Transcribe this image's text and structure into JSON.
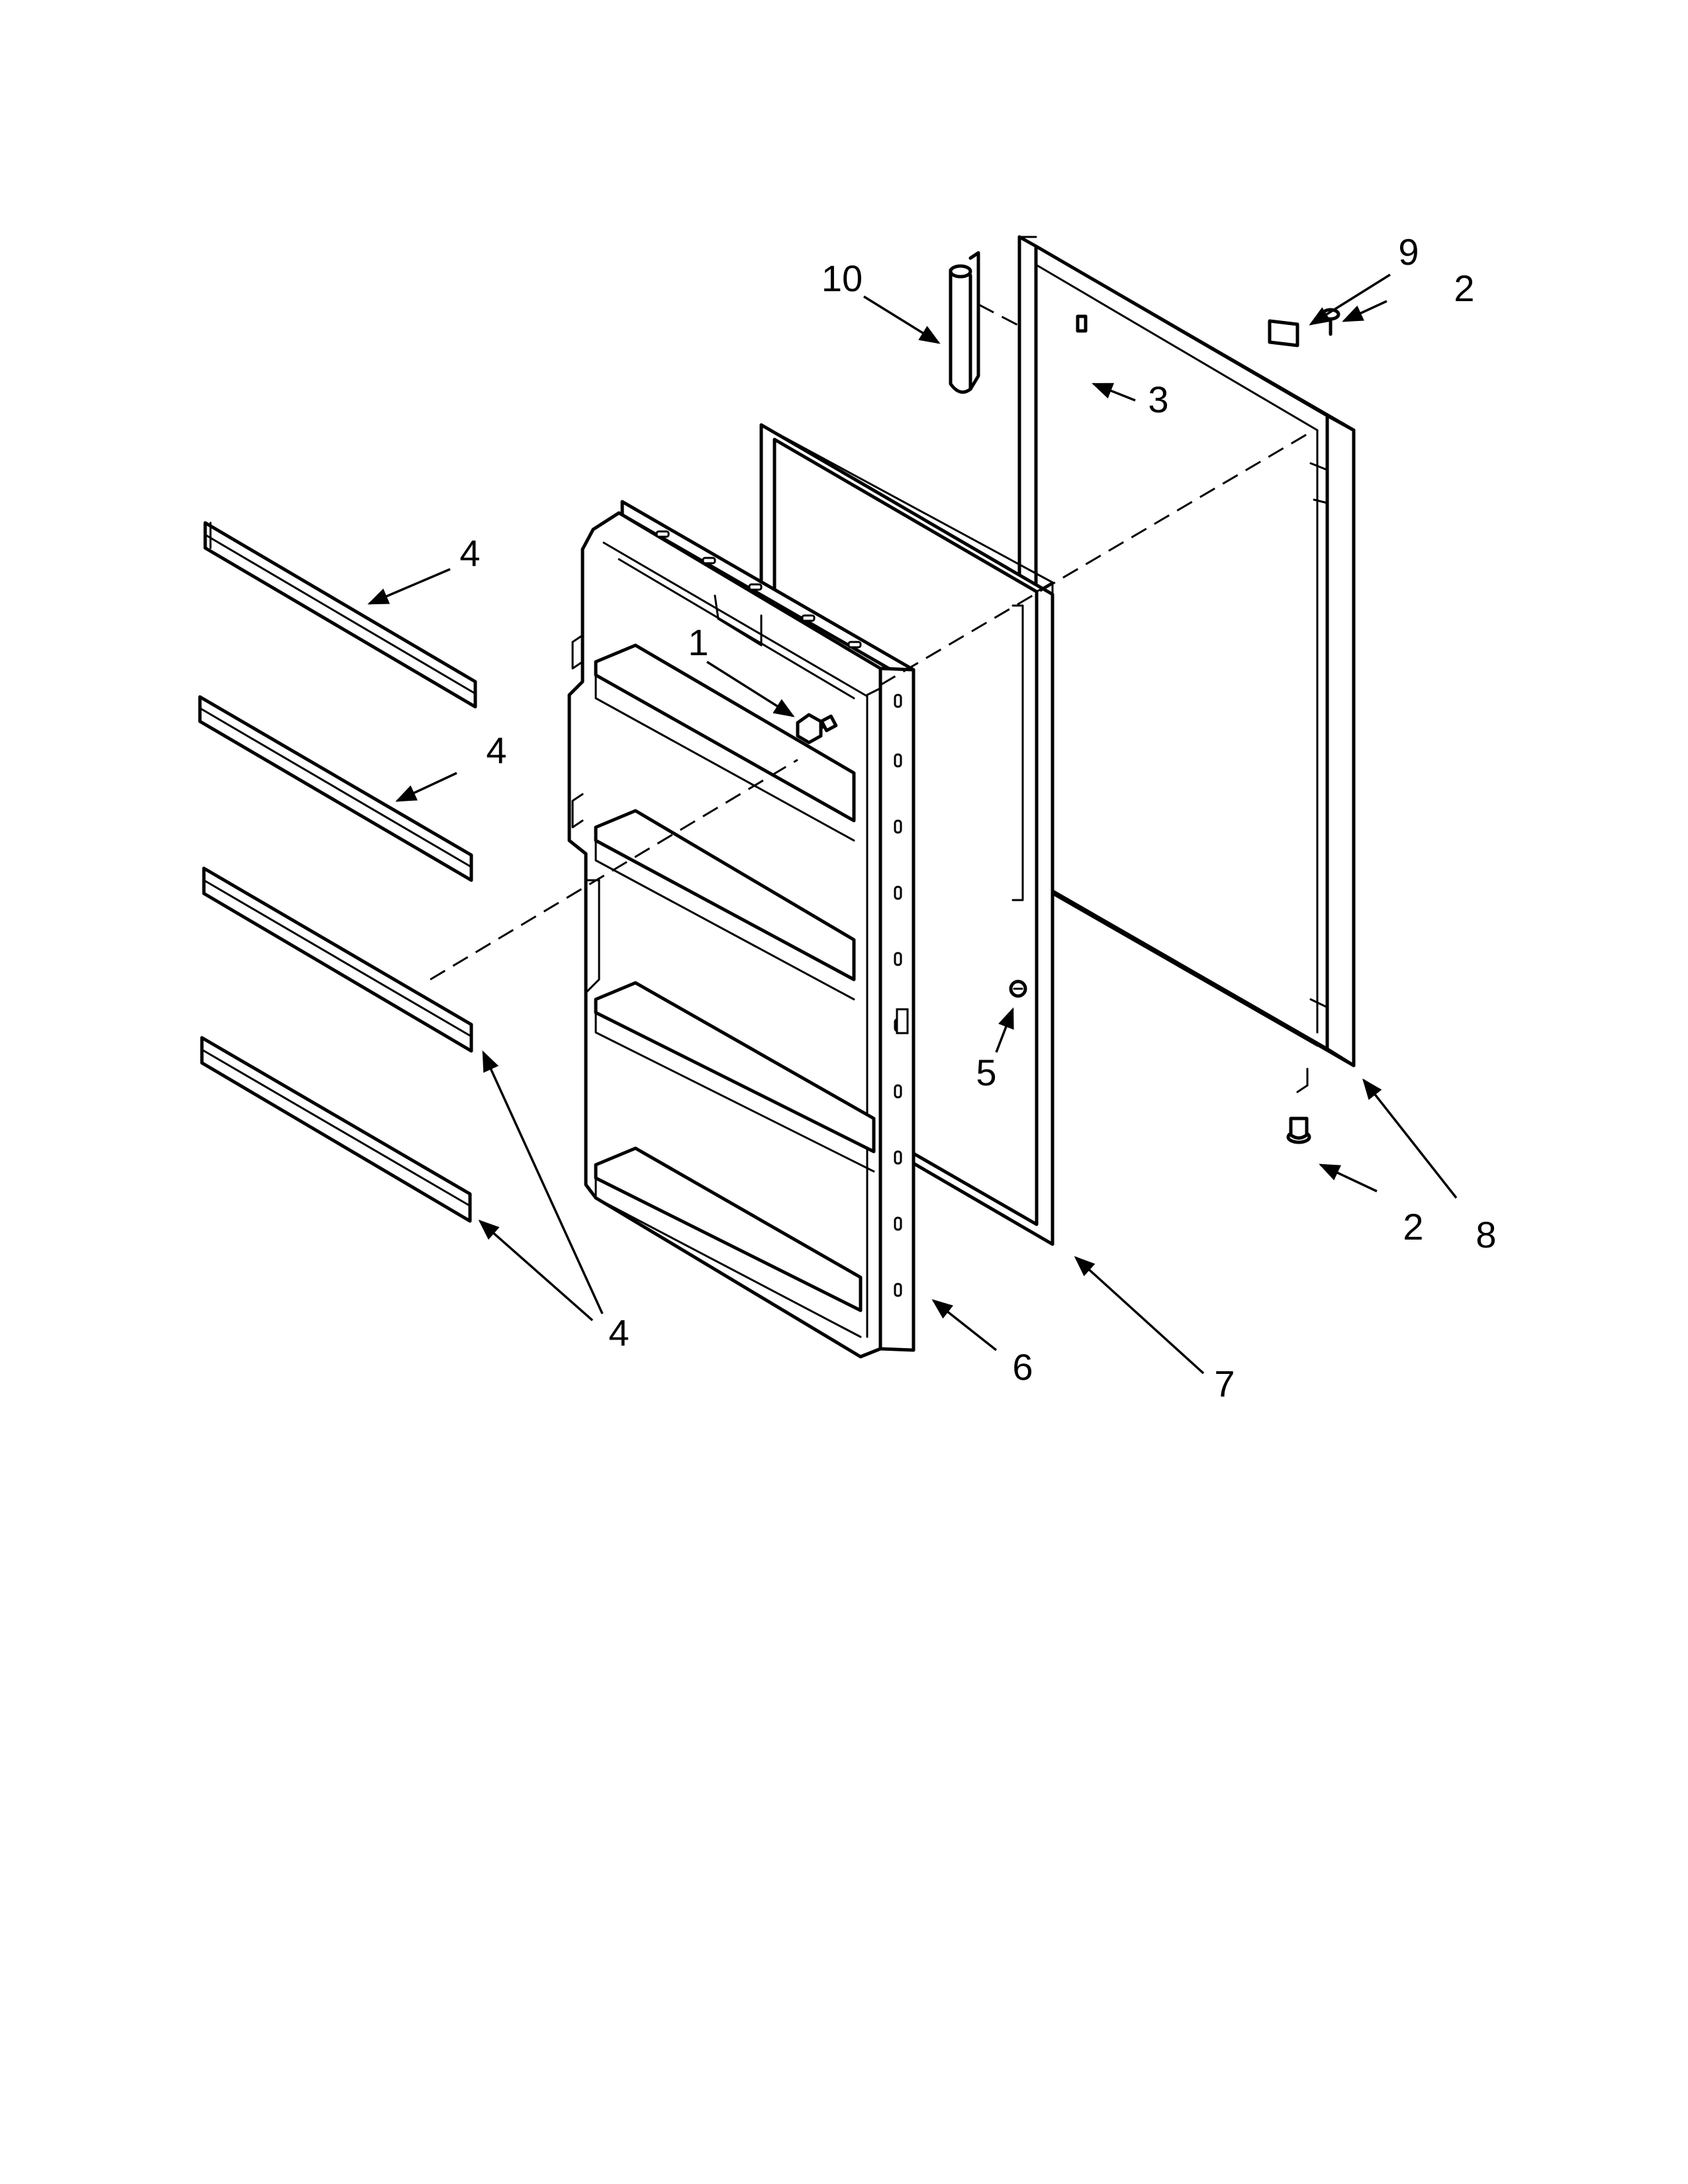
{
  "drawing": {
    "description_note": "",
    "colors": {
      "line": "#000000",
      "background": "#ffffff"
    },
    "callouts": [
      {
        "id": "c1",
        "label": "1"
      },
      {
        "id": "c2a",
        "label": "2"
      },
      {
        "id": "c2b",
        "label": "2"
      },
      {
        "id": "c3",
        "label": "3"
      },
      {
        "id": "c4a",
        "label": "4"
      },
      {
        "id": "c4b",
        "label": "4"
      },
      {
        "id": "c4c",
        "label": "4"
      },
      {
        "id": "c5",
        "label": "5"
      },
      {
        "id": "c6",
        "label": "6"
      },
      {
        "id": "c7",
        "label": "7"
      },
      {
        "id": "c8",
        "label": "8"
      },
      {
        "id": "c9",
        "label": "9"
      },
      {
        "id": "c10",
        "label": "10"
      }
    ]
  }
}
